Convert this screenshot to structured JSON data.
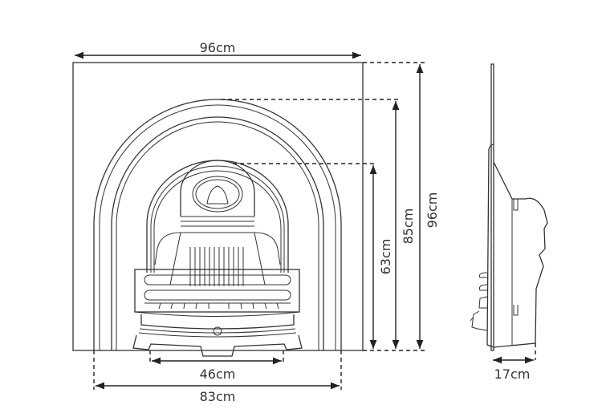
{
  "dimensions": {
    "top_width": "96cm",
    "inner_height": "63cm",
    "arch_height": "85cm",
    "total_height": "96cm",
    "opening_width": "46cm",
    "arch_width": "83cm",
    "depth": "17cm"
  }
}
